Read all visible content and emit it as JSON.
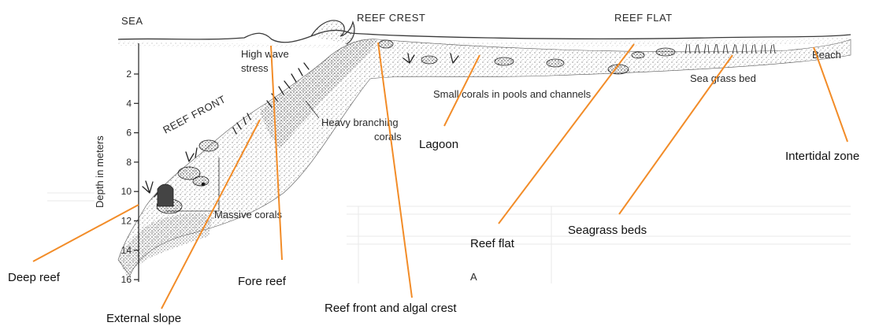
{
  "colors": {
    "arrow": "#f28c28",
    "ink": "#2a2a2a",
    "sketch": "#3a3a3a"
  },
  "figure": {
    "zones": {
      "sea": "SEA",
      "reef_crest": "REEF CREST",
      "reef_flat": "REEF FLAT",
      "reef_front": "REEF FRONT"
    },
    "descriptions": {
      "high_wave_1": "High wave",
      "high_wave_2": "stress",
      "heavy_1": "Heavy branching",
      "heavy_2": "corals",
      "small_corals": "Small corals in pools and channels",
      "seagrass_bed": "Sea grass bed",
      "massive_corals": "Massive corals",
      "beach": "Beach",
      "panel_letter": "A"
    },
    "depth_axis": {
      "label": "Depth in meters",
      "ticks": [
        "2",
        "4",
        "6",
        "8",
        "10",
        "12",
        "14",
        "16"
      ]
    }
  },
  "callouts": {
    "deep_reef": "Deep reef",
    "external_slope": "External slope",
    "fore_reef": "Fore reef",
    "reef_front_algal": "Reef front and algal crest",
    "lagoon": "Lagoon",
    "reef_flat": "Reef flat",
    "seagrass_beds": "Seagrass beds",
    "intertidal": "Intertidal zone"
  }
}
